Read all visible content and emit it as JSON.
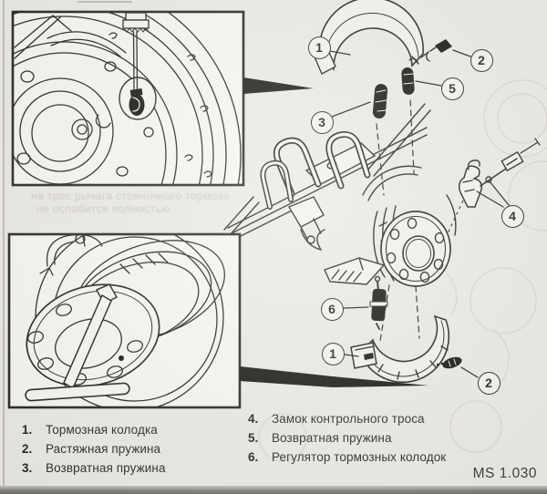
{
  "document": {
    "code": "MS 1.030"
  },
  "legend": {
    "left": [
      {
        "num": "1.",
        "label": "Тормозная колодка"
      },
      {
        "num": "2.",
        "label": "Растяжная пружина"
      },
      {
        "num": "3.",
        "label": "Возвратная пружина"
      }
    ],
    "right": [
      {
        "num": "4.",
        "label": "Замок контрольного троса"
      },
      {
        "num": "5.",
        "label": "Возвратная пружина"
      },
      {
        "num": "6.",
        "label": "Регулятор тормозных колодок"
      }
    ]
  },
  "callouts": {
    "upper_shoe": "1",
    "upper_spring_clip": "2",
    "return_spring_left": "3",
    "cable_lock": "4",
    "return_spring_right": "5",
    "adjuster": "6",
    "lower_shoe": "1",
    "lower_spring": "2"
  },
  "ghost_text": {
    "line1": "на трос рычага стояночного тормоза",
    "line2": "не ослабится полностью."
  },
  "colors": {
    "paper": "#ebe9e4",
    "ink": "#26241f",
    "ghost": "#8d8679"
  }
}
